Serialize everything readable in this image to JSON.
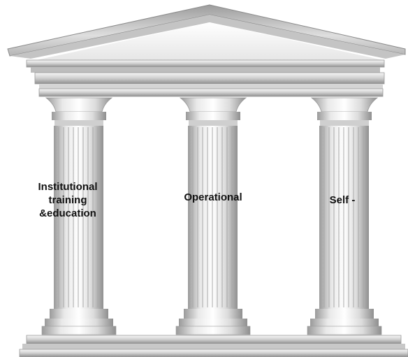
{
  "pillars": [
    {
      "label": "Institutional\ntraining\n&education"
    },
    {
      "label": "Operational"
    },
    {
      "label": "Self -"
    }
  ],
  "colors": {
    "marble_light": "#f4f4f4",
    "marble_mid": "#c9c9c9",
    "marble_dark": "#8a8a8a",
    "text": "#111111"
  }
}
